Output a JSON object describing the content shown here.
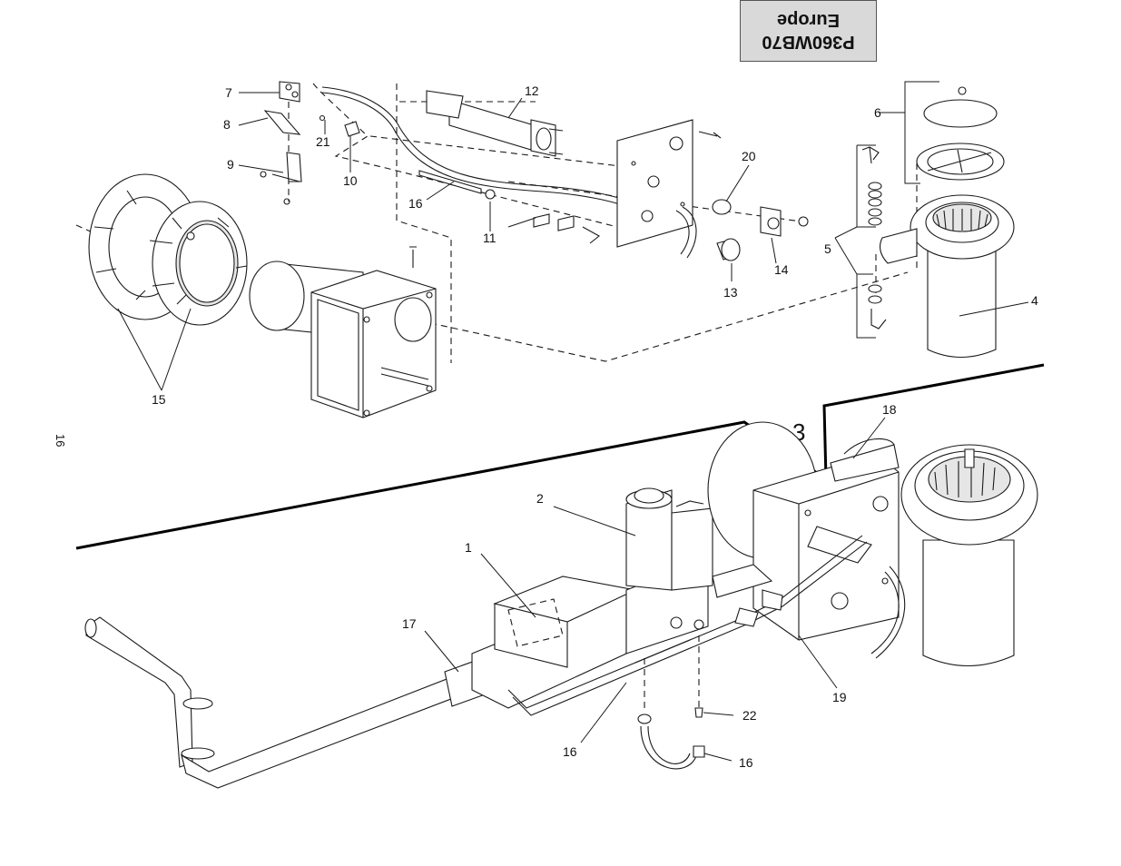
{
  "model_box": {
    "line1": "P360WB70",
    "line2": "Europe"
  },
  "page_number": "16",
  "view_number": "3",
  "callouts": {
    "c1": "1",
    "c2": "2",
    "c4": "4",
    "c5": "5",
    "c6": "6",
    "c7": "7",
    "c8": "8",
    "c9": "9",
    "c10": "10",
    "c11": "11",
    "c12": "12",
    "c13": "13",
    "c14": "14",
    "c15": "15",
    "c16a": "16",
    "c16b": "16",
    "c16c": "16",
    "c17": "17",
    "c18": "18",
    "c19": "19",
    "c20": "20",
    "c21": "21",
    "c22": "22"
  },
  "colors": {
    "line": "#1a1a1a",
    "label_box": "#d9d9d9",
    "background": "#ffffff"
  }
}
